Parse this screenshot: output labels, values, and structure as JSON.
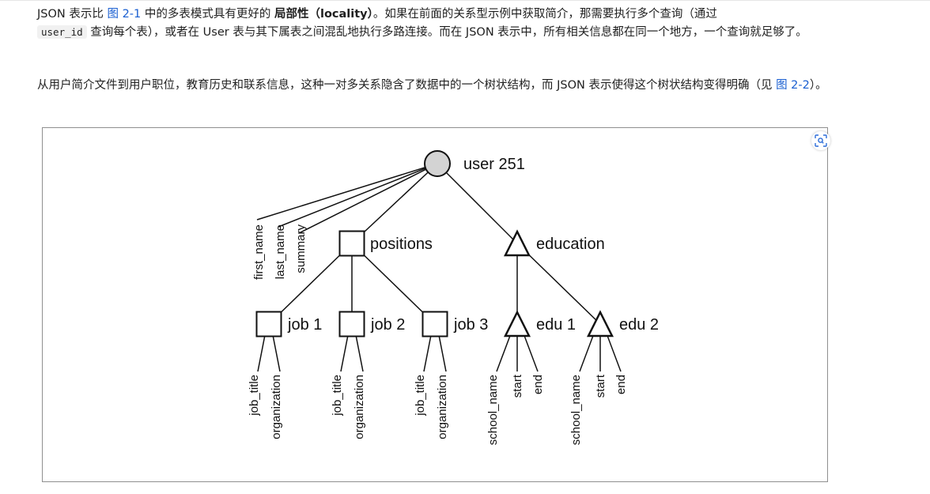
{
  "paragraph1": {
    "s1": "JSON 表示比 ",
    "link1": "图 2-1",
    "s2": " 中的多表模式具有更好的 ",
    "bold": "局部性（locality）",
    "s3": "。如果在前面的关系型示例中获取简介，那需要执行多个查询（通过",
    "code": "user_id",
    "s4": " 查询每个表），或者在 User 表与其下属表之间混乱地执行多路连接。而在 JSON 表示中，所有相关信息都在同一个地方，一个查询就足够了。"
  },
  "paragraph2": {
    "s1": "从用户简介文件到用户职位，教育历史和联系信息，这种一对多关系隐含了数据中的一个树状结构，而 JSON 表示使得这个树状结构变得明确（见 ",
    "link": "图 2-2",
    "s2": "）。"
  },
  "figure": {
    "zoom_icon": "zoom-icon",
    "root": {
      "label": "user 251",
      "shape": "circle",
      "fill": "#d3d3d3"
    },
    "root_fields": [
      "first_name",
      "last_name",
      "summary"
    ],
    "positions": {
      "label": "positions",
      "shape": "square",
      "jobs": [
        {
          "label": "job 1",
          "fields": [
            "job_title",
            "organization"
          ]
        },
        {
          "label": "job 2",
          "fields": [
            "job_title",
            "organization"
          ]
        },
        {
          "label": "job 3",
          "fields": [
            "job_title",
            "organization"
          ]
        }
      ]
    },
    "education": {
      "label": "education",
      "shape": "triangle",
      "items": [
        {
          "label": "edu 1",
          "fields": [
            "school_name",
            "start",
            "end"
          ]
        },
        {
          "label": "edu 2",
          "fields": [
            "school_name",
            "start",
            "end"
          ]
        }
      ]
    }
  }
}
